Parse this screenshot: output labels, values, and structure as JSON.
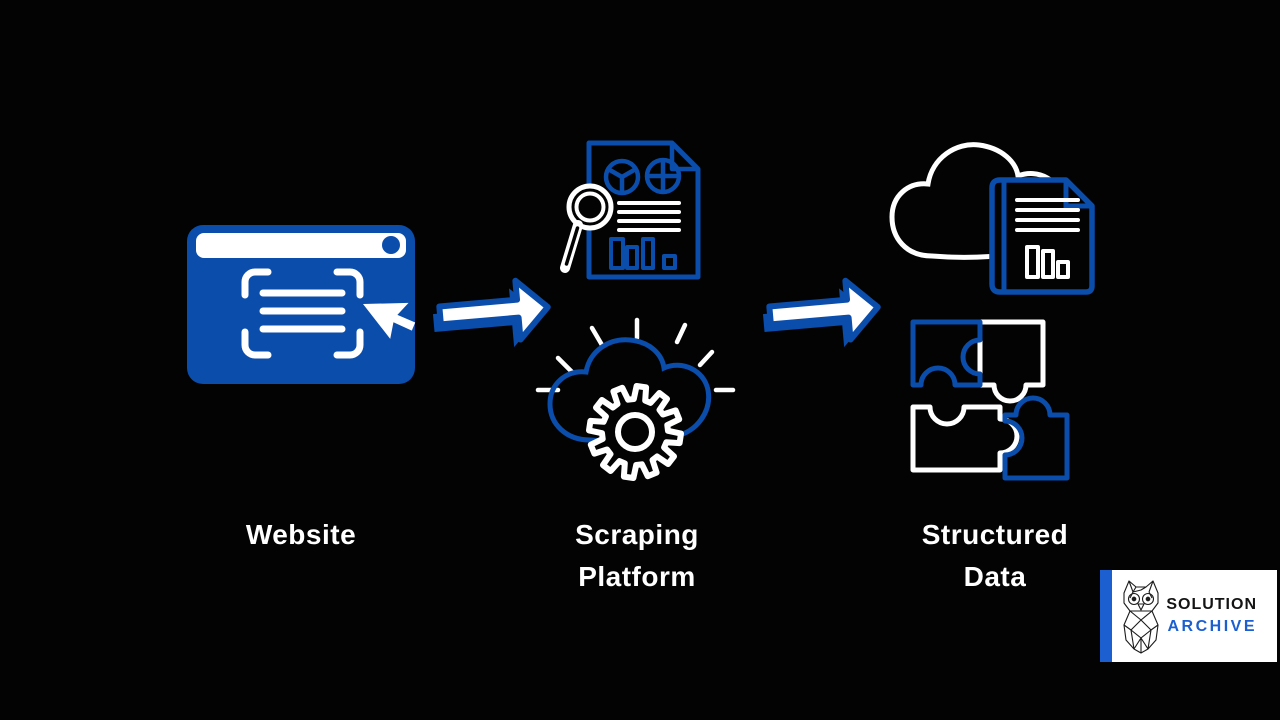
{
  "colors": {
    "background": "#030303",
    "accent_blue": "#0b4dab",
    "white": "#ffffff",
    "logo_blue": "#1b5fd0",
    "logo_ink": "#141414",
    "logo_bg": "#ffffff"
  },
  "diagram": {
    "nodes": [
      {
        "label": "Website",
        "icon": "browser-window-with-scan-cursor"
      },
      {
        "label": "Scraping Platform",
        "icons": [
          "report-with-magnifier",
          "cloud-with-gear-and-rays"
        ]
      },
      {
        "label": "Structured Data",
        "icons": [
          "cloud-with-data-document",
          "puzzle-pieces"
        ]
      }
    ],
    "connectors": [
      {
        "from": "Website",
        "to": "Scraping Platform",
        "icon": "arrow-right"
      },
      {
        "from": "Scraping Platform",
        "to": "Structured Data",
        "icon": "arrow-right"
      }
    ]
  },
  "logo": {
    "line1": "SOLUTION",
    "line2": "ARCHIVE",
    "icon": "geometric-owl"
  }
}
